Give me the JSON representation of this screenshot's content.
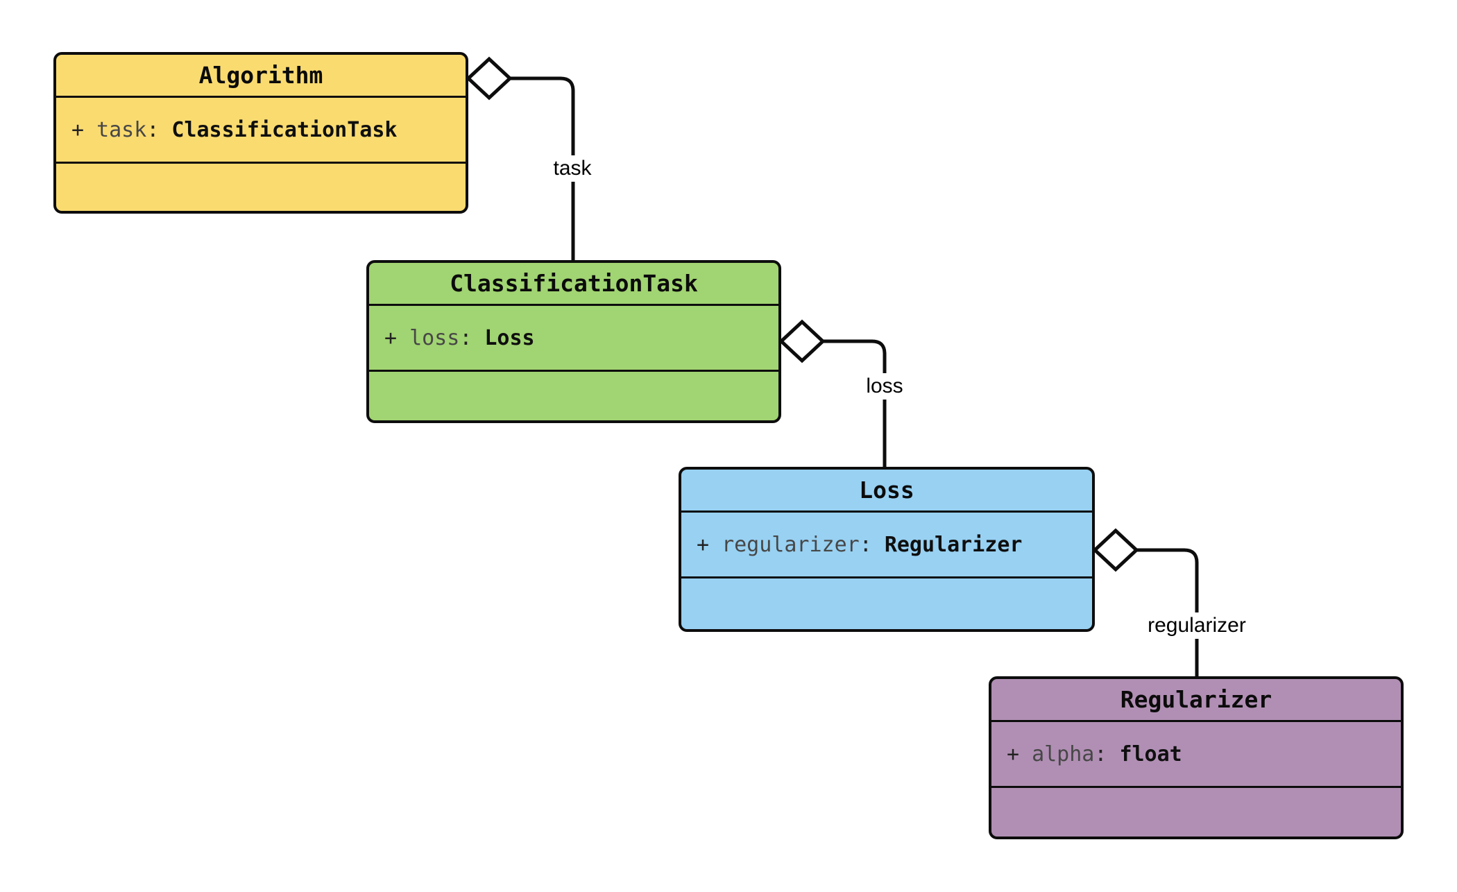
{
  "diagram": {
    "type": "uml-class-diagram",
    "background": "#FFFFFF",
    "stroke_color": "#0D0D0D",
    "classes": [
      {
        "name": "Algorithm",
        "fill": "#FADB70",
        "attribute": {
          "visibility": "+",
          "name": "task",
          "separator": ":",
          "type": "ClassificationTask"
        }
      },
      {
        "name": "ClassificationTask",
        "fill": "#A1D472",
        "attribute": {
          "visibility": "+",
          "name": "loss",
          "separator": ":",
          "type": "Loss"
        }
      },
      {
        "name": "Loss",
        "fill": "#98D1F2",
        "attribute": {
          "visibility": "+",
          "name": "regularizer",
          "separator": ":",
          "type": "Regularizer"
        }
      },
      {
        "name": "Regularizer",
        "fill": "#B18FB4",
        "attribute": {
          "visibility": "+",
          "name": "alpha",
          "separator": ":",
          "type": "float"
        }
      }
    ],
    "edges": [
      {
        "from": "Algorithm",
        "to": "ClassificationTask",
        "label": "task",
        "kind": "aggregation"
      },
      {
        "from": "ClassificationTask",
        "to": "Loss",
        "label": "loss",
        "kind": "aggregation"
      },
      {
        "from": "Loss",
        "to": "Regularizer",
        "label": "regularizer",
        "kind": "aggregation"
      }
    ]
  }
}
